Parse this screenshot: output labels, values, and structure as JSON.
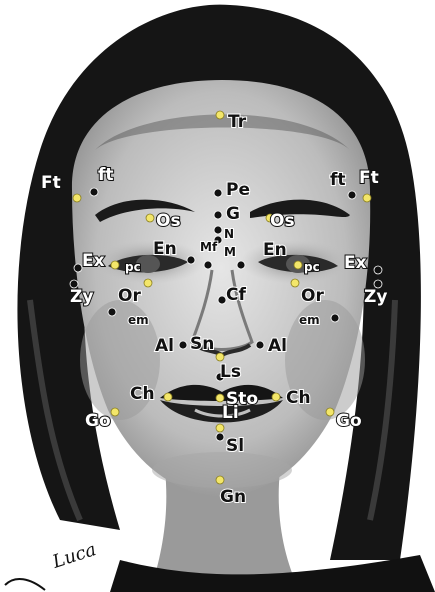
{
  "colors": {
    "dot_yellow": "#f3e66a",
    "dot_black": "#111111"
  },
  "landmarks": [
    {
      "id": "tr",
      "label": "Tr",
      "dot": "yellow",
      "text": "black"
    },
    {
      "id": "ft-l",
      "label": "Ft",
      "dot": "yellow",
      "text": "white"
    },
    {
      "id": "ft-r",
      "label": "Ft",
      "dot": "yellow",
      "text": "white"
    },
    {
      "id": "ft2-l",
      "label": "ft",
      "dot": "black",
      "text": "white"
    },
    {
      "id": "ft2-r",
      "label": "ft",
      "dot": "black",
      "text": "black"
    },
    {
      "id": "pe",
      "label": "Pe",
      "dot": "black",
      "text": "black"
    },
    {
      "id": "os-l",
      "label": "Os",
      "dot": "yellow",
      "text": "white"
    },
    {
      "id": "os-r",
      "label": "Os",
      "dot": "yellow",
      "text": "white"
    },
    {
      "id": "g",
      "label": "G",
      "dot": "black",
      "text": "black"
    },
    {
      "id": "n",
      "label": "N",
      "dot": "black",
      "text": "black"
    },
    {
      "id": "m",
      "label": "M",
      "dot": "black",
      "text": "black"
    },
    {
      "id": "en-l",
      "label": "En",
      "dot": "black",
      "text": "black"
    },
    {
      "id": "en-r",
      "label": "En",
      "dot": "black",
      "text": "black"
    },
    {
      "id": "mf",
      "label": "Mf",
      "dot": "black",
      "text": "black"
    },
    {
      "id": "ex-l",
      "label": "Ex",
      "dot": "black",
      "text": "white"
    },
    {
      "id": "ex-r",
      "label": "Ex",
      "dot": "black",
      "text": "white"
    },
    {
      "id": "pc-l",
      "label": "pc",
      "dot": "yellow",
      "text": "white"
    },
    {
      "id": "pc-r",
      "label": "pc",
      "dot": "yellow",
      "text": "white"
    },
    {
      "id": "zy-l",
      "label": "Zy",
      "dot": "black",
      "text": "white"
    },
    {
      "id": "zy-r",
      "label": "Zy",
      "dot": "black",
      "text": "white"
    },
    {
      "id": "or-l",
      "label": "Or",
      "dot": "yellow",
      "text": "black"
    },
    {
      "id": "or-r",
      "label": "Or",
      "dot": "yellow",
      "text": "black"
    },
    {
      "id": "cf",
      "label": "Cf",
      "dot": "black",
      "text": "black"
    },
    {
      "id": "em-l",
      "label": "em",
      "dot": "black",
      "text": "black"
    },
    {
      "id": "em-r",
      "label": "em",
      "dot": "black",
      "text": "black"
    },
    {
      "id": "al-l",
      "label": "Al",
      "dot": "black",
      "text": "black"
    },
    {
      "id": "al-r",
      "label": "Al",
      "dot": "black",
      "text": "black"
    },
    {
      "id": "sn",
      "label": "Sn",
      "dot": "yellow",
      "text": "black"
    },
    {
      "id": "ls",
      "label": "Ls",
      "dot": "black",
      "text": "black"
    },
    {
      "id": "ch-l",
      "label": "Ch",
      "dot": "yellow",
      "text": "black"
    },
    {
      "id": "ch-r",
      "label": "Ch",
      "dot": "yellow",
      "text": "black"
    },
    {
      "id": "sto",
      "label": "Sto",
      "dot": "yellow",
      "text": "white"
    },
    {
      "id": "li",
      "label": "Li",
      "dot": "yellow",
      "text": "white"
    },
    {
      "id": "sl",
      "label": "Sl",
      "dot": "black",
      "text": "black"
    },
    {
      "id": "go-l",
      "label": "Go",
      "dot": "yellow",
      "text": "white"
    },
    {
      "id": "go-r",
      "label": "Go",
      "dot": "yellow",
      "text": "white"
    },
    {
      "id": "gn",
      "label": "Gn",
      "dot": "yellow",
      "text": "black"
    }
  ],
  "signature": "Luca"
}
